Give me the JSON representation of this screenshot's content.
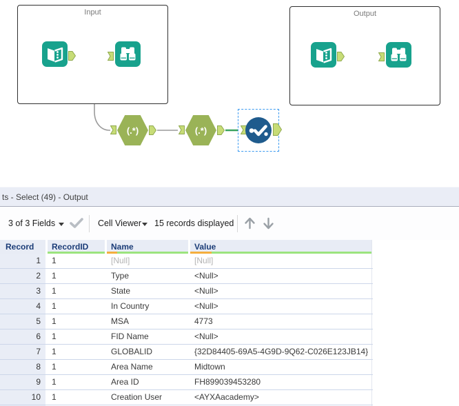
{
  "workflow": {
    "input_container_label": "Input",
    "output_container_label": "Output",
    "regex_tool_label": "(.*)"
  },
  "results": {
    "title": "ts - Select (49) - Output",
    "toolbar": {
      "fields_summary": "3 of 3 Fields",
      "cell_viewer_label": "Cell Viewer",
      "records_displayed": "15 records displayed"
    },
    "table": {
      "headers": {
        "record": "Record",
        "record_id": "RecordID",
        "name": "Name",
        "value": "Value"
      },
      "rows": [
        {
          "record": "1",
          "record_id": "1",
          "name": "[Null]",
          "value": "[Null]"
        },
        {
          "record": "2",
          "record_id": "1",
          "name": "Type",
          "value": "<Null>"
        },
        {
          "record": "3",
          "record_id": "1",
          "name": "State",
          "value": "<Null>"
        },
        {
          "record": "4",
          "record_id": "1",
          "name": "In Country",
          "value": "<Null>"
        },
        {
          "record": "5",
          "record_id": "1",
          "name": "MSA",
          "value": "4773"
        },
        {
          "record": "6",
          "record_id": "1",
          "name": "FID Name",
          "value": "<Null>"
        },
        {
          "record": "7",
          "record_id": "1",
          "name": "GLOBALID",
          "value": "{32D84405-69A5-4G9D-9Q62-C026E123JB14}"
        },
        {
          "record": "8",
          "record_id": "1",
          "name": "Area Name",
          "value": "Midtown"
        },
        {
          "record": "9",
          "record_id": "1",
          "name": "Area ID",
          "value": "FH899039453280"
        },
        {
          "record": "10",
          "record_id": "1",
          "name": "Creation User",
          "value": "<AYXAacademy>"
        },
        {
          "record": "",
          "record_id": "",
          "name": "",
          "value": ""
        }
      ]
    }
  },
  "colors": {
    "tool_teal": "#18a28d",
    "tool_olive_green": "#9ab357",
    "anchor_green": "#c7dc77",
    "select_blue": "#1f5b8d",
    "wire_gray": "#9a9a9a",
    "wire_green": "#3aa35e",
    "quality_green": "#9ce47e",
    "quality_orange": "#f5ae3d",
    "selection_dashed_blue": "#3b9af0"
  }
}
